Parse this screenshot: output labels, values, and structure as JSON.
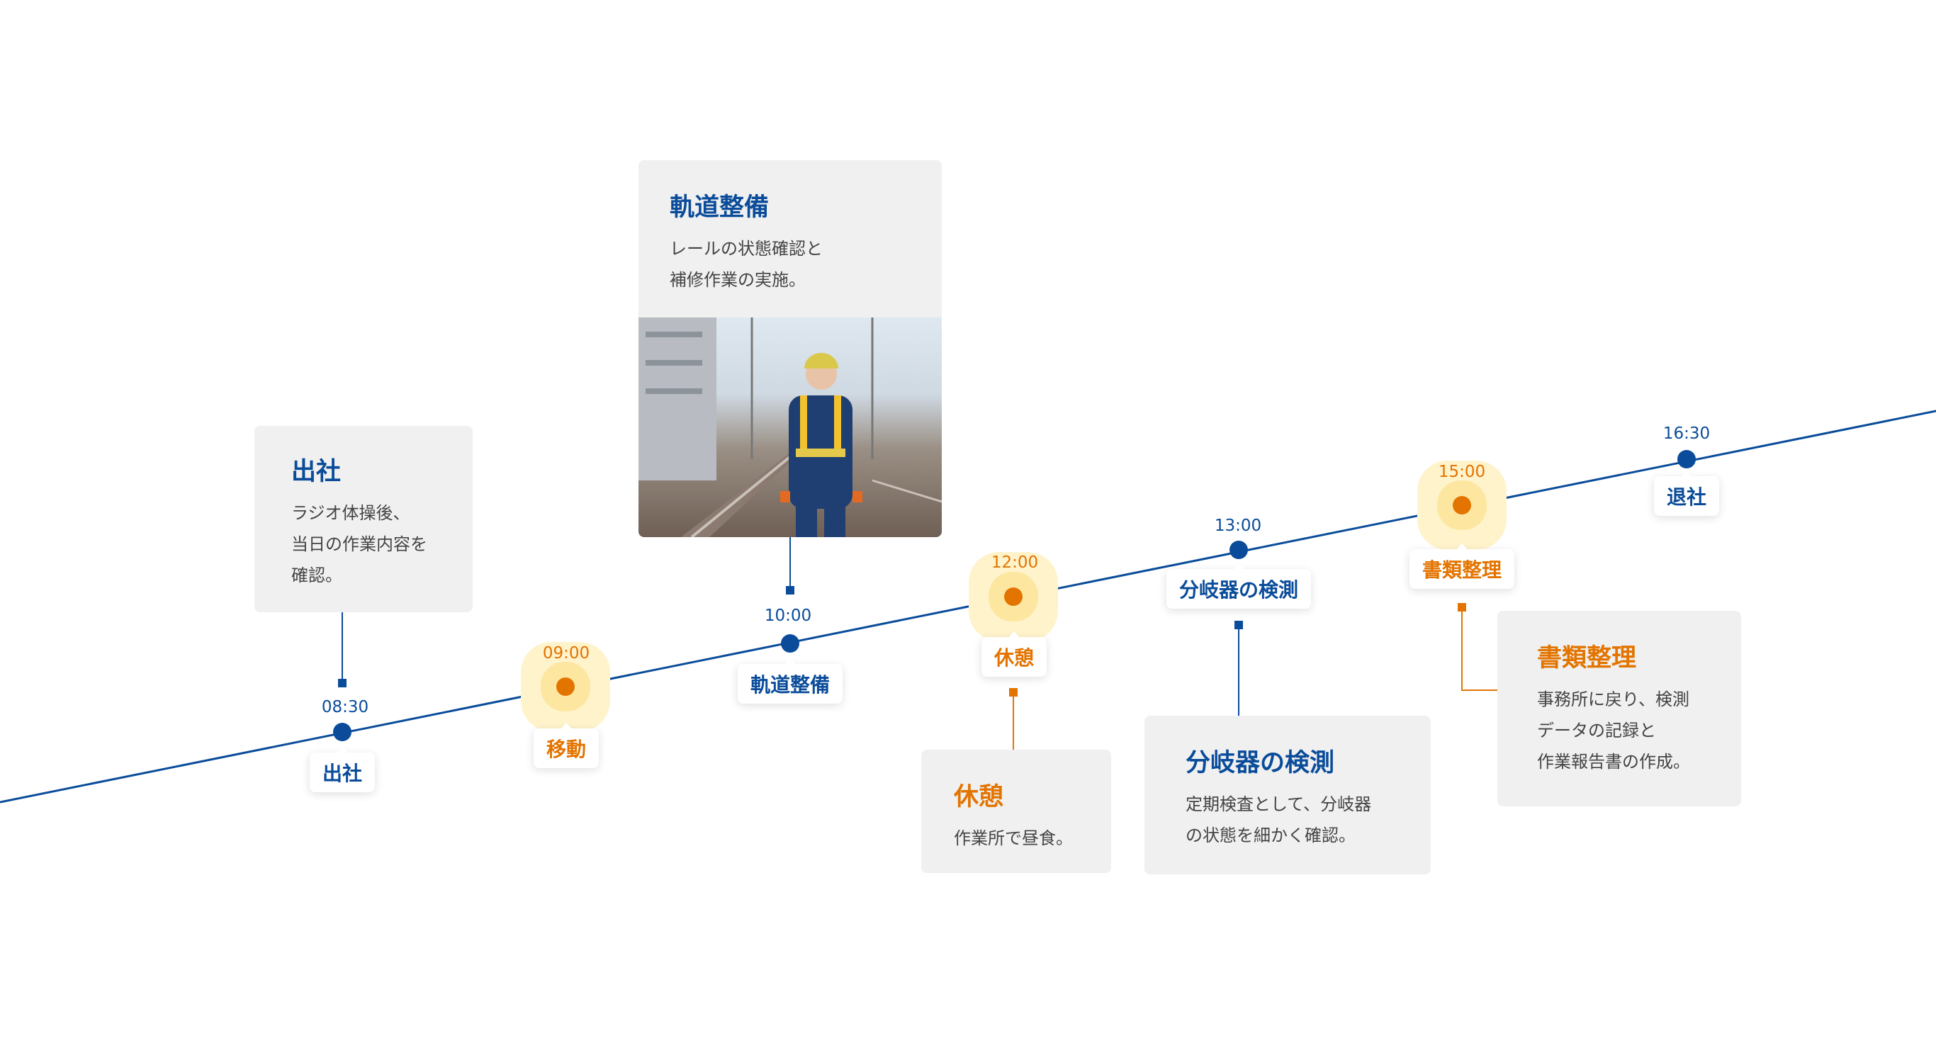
{
  "colors": {
    "blue": "#0a4c9a",
    "orange": "#e37400"
  },
  "events": [
    {
      "time": "08:30",
      "label": "出社",
      "title": "出社",
      "body": "ラジオ体操後、\n当日の作業内容を\n確認。"
    },
    {
      "time": "09:00",
      "label": "移動"
    },
    {
      "time": "10:00",
      "label": "軌道整備",
      "title": "軌道整備",
      "body": "レールの状態確認と\n補修作業の実施。",
      "photo": "track-worker-photo"
    },
    {
      "time": "12:00",
      "label": "休憩",
      "title": "休憩",
      "body": "作業所で昼食。"
    },
    {
      "time": "13:00",
      "label": "分岐器の検測",
      "title": "分岐器の検測",
      "body": "定期検査として、分岐器\nの状態を細かく確認。"
    },
    {
      "time": "15:00",
      "label": "書類整理",
      "title": "書類整理",
      "body": "事務所に戻り、検測\nデータの記録と\n作業報告書の作成。"
    },
    {
      "time": "16:30",
      "label": "退社"
    }
  ]
}
